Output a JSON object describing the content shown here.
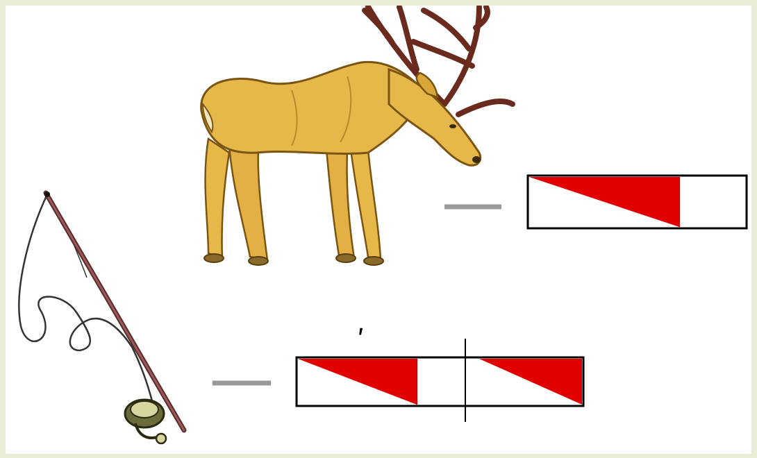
{
  "scene": {
    "background_color": "#ffffff",
    "frame_color": "#e9ecd6",
    "accent_fill": "#e00000",
    "stroke_color": "#000000"
  },
  "pictures": [
    {
      "name": "deer",
      "icon": "deer-icon",
      "colors": {
        "body": "#e6b84a",
        "outline": "#7a5410",
        "antler": "#6b2a1e"
      }
    },
    {
      "name": "fishing-rod",
      "icon": "fishing-rod-icon",
      "colors": {
        "rod": "#7a3b3b",
        "line": "#333333",
        "reel": "#6b6a3b"
      }
    }
  ],
  "schemes": [
    {
      "word_picture": "deer",
      "dash": "—",
      "syllables": 1,
      "stress_mark": "",
      "filled_fraction": 0.69
    },
    {
      "word_picture": "fishing-rod",
      "dash": "—",
      "syllables": 2,
      "stress_mark": "ʹ",
      "stressed_syllable": 1
    }
  ]
}
